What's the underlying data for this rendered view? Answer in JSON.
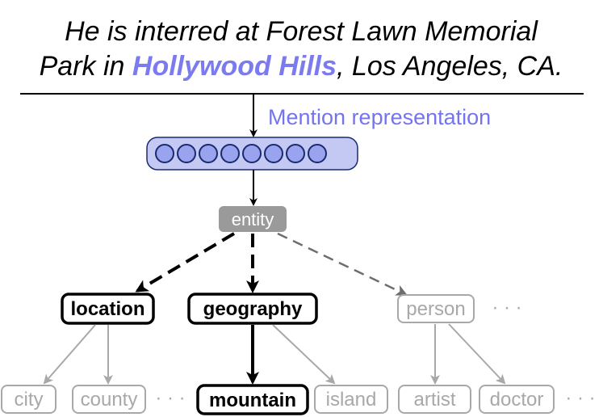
{
  "sentence": {
    "line1": "He is interred at Forest Lawn Memorial",
    "line2_before": "Park in ",
    "line2_mention": "Hollywood Hills",
    "line2_after": ", Los Angeles, CA."
  },
  "mention_label": "Mention representation",
  "root": {
    "label": "entity"
  },
  "level1": [
    {
      "label": "location"
    },
    {
      "label": "geography"
    },
    {
      "label": "person"
    }
  ],
  "level1_more": "· · ·",
  "level2": [
    {
      "label": "city"
    },
    {
      "label": "county"
    },
    {
      "label": "mountain"
    },
    {
      "label": "island"
    },
    {
      "label": "artist"
    },
    {
      "label": "doctor"
    }
  ],
  "level2_more": [
    "· · ·",
    "· · ·"
  ],
  "colors": {
    "accent": "#7b7bef",
    "accent_text": "#7474f0",
    "vector_fill": "#c4c9f3",
    "cell_fill": "#9aa4ee",
    "cell_stroke": "#1a2a70",
    "entity_fill": "#9a9a9a",
    "strong": "#000000",
    "muted": "#a8a8a8",
    "dashed_mid": "#6e6e6e"
  }
}
